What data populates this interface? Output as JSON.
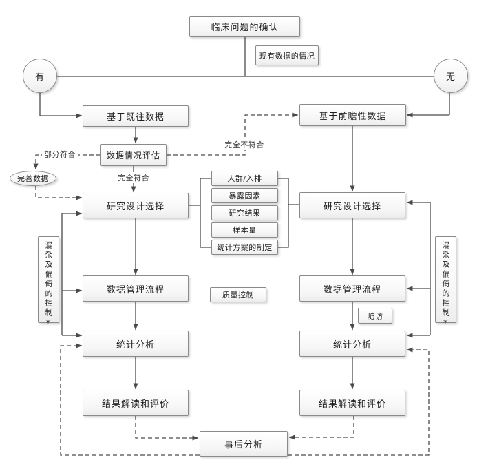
{
  "nodes": {
    "clinical_question": "临床问题的确认",
    "existing_data_note": "现有数据的情况",
    "branch_yes": "有",
    "branch_no": "无",
    "based_on_past_data": "基于既往数据",
    "based_on_prospective_data": "基于前瞻性数据",
    "data_assessment": "数据情况评估",
    "improve_data": "完善数据",
    "study_design": "研究设计选择",
    "data_management": "数据管理流程",
    "quality_control": "质量控制",
    "follow_up": "随访",
    "statistical_analysis": "统计分析",
    "result_interpretation": "结果解读和评价",
    "post_hoc_analysis": "事后分析"
  },
  "edge_labels": {
    "partially_meets": "部分符合",
    "fully_meets": "完全符合",
    "fully_not_meets": "完全不符合"
  },
  "design_elements": [
    "人群/入排",
    "暴露因素",
    "研究结果",
    "样本量",
    "统计方案的制定"
  ],
  "side_note": {
    "text": "混杂及偏倚的控制",
    "asterisk": "*"
  },
  "colors": {
    "line": "#4a4a4a",
    "box_border": "#8a8a8a",
    "box_fill": "#f6f6f6",
    "text": "#1f1f1f"
  }
}
